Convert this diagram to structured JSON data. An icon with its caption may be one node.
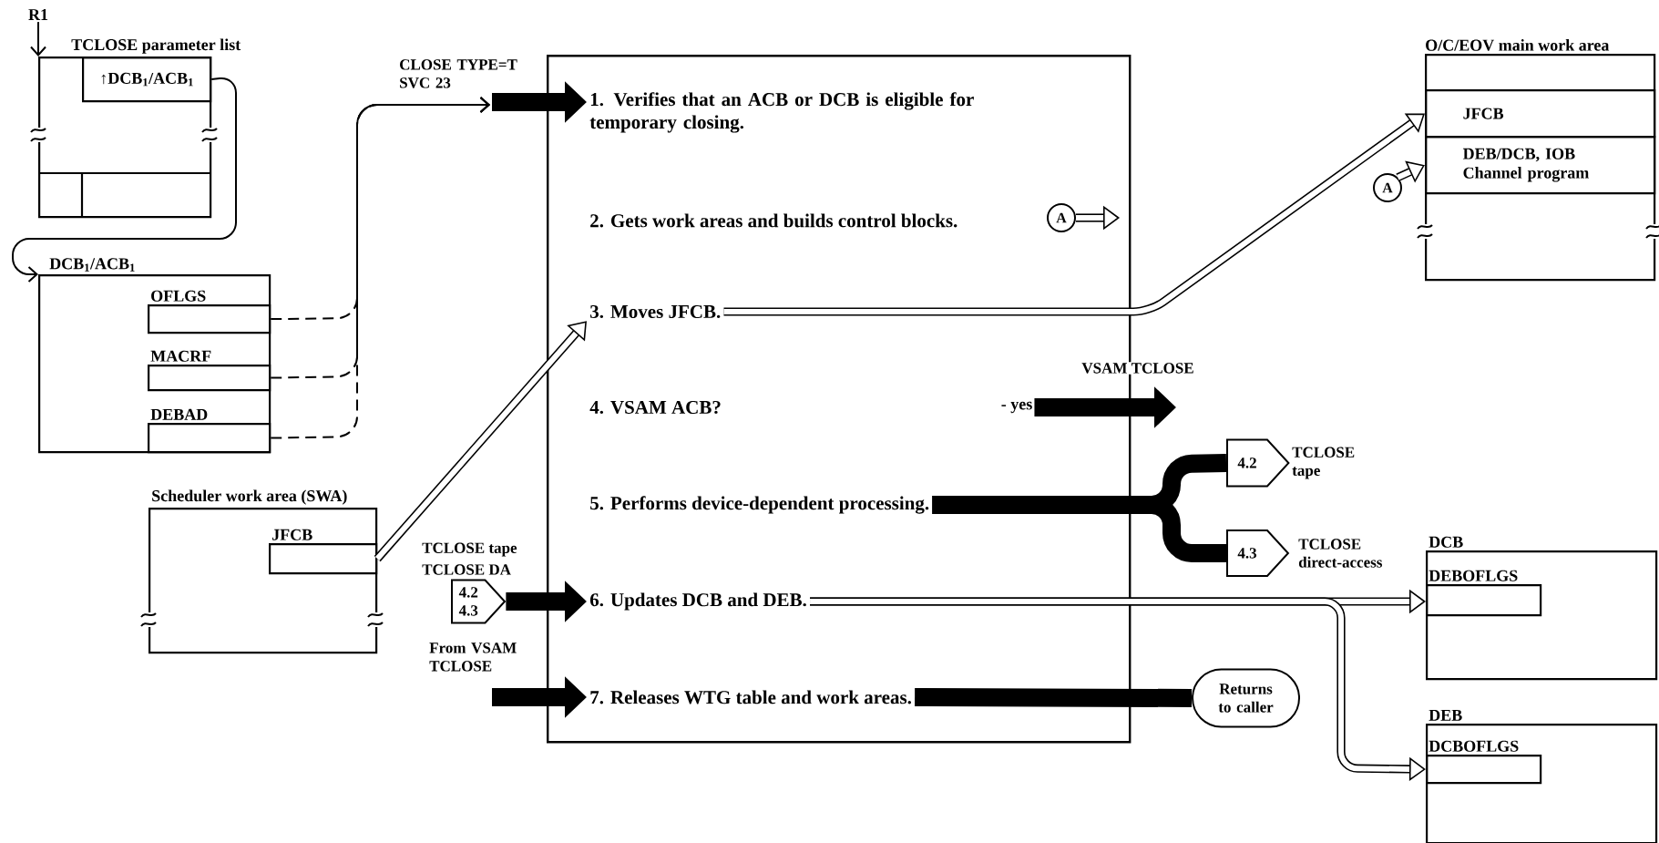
{
  "diagram": {
    "nodes": [
      {
        "text": [
          "R1"
        ]
      },
      {
        "text": [
          "TCLOSE parameter list"
        ]
      },
      {
        "text": [
          "↑DCB$_{1}$/ACB$_{1}$"
        ],
        "in": 1
      },
      {
        "text": [
          "DCB$_{1}$/ACB$_{1}$"
        ]
      },
      {
        "text": [
          "OFLGS"
        ],
        "in": 3
      },
      {
        "text": [
          "MACRF"
        ],
        "in": 3
      },
      {
        "text": [
          "DEBAD"
        ],
        "in": 3
      },
      {
        "text": [
          "Scheduler work area (SWA)"
        ]
      },
      {
        "text": [
          "JFCB"
        ],
        "in": 7
      },
      {
        "text": [
          "4.2 4.3"
        ],
        "beside": [
          "TCLOSE tape",
          "TCLOSE DA"
        ]
      },
      {
        "text": [],
        "shape": "box"
      },
      {
        "text": [
          "1. Verifies that an ACB or DCB is eligible for temporary closing."
        ],
        "in": 10
      },
      {
        "text": [
          "2. Gets work areas and builds control blocks."
        ],
        "in": 10
      },
      {
        "text": [
          "3. Moves JFCB."
        ],
        "in": 10
      },
      {
        "text": [
          "4. VSAM ACB?"
        ],
        "in": 10
      },
      {
        "text": [
          "5. Performs device-dependent processing."
        ],
        "in": 10
      },
      {
        "text": [
          "6. Updates DCB and DEB."
        ],
        "in": 10
      },
      {
        "text": [
          "7. Releases WTG table and work areas."
        ],
        "in": 10
      },
      {
        "text": [
          "A"
        ],
        "in": 10
      },
      {
        "text": [
          "4.2"
        ],
        "beside": [
          "TCLOSE tape"
        ]
      },
      {
        "text": [
          "4.3"
        ],
        "beside": [
          "TCLOSE direct-access"
        ]
      },
      {
        "text": [
          "Returns to caller"
        ]
      },
      {
        "text": [
          "O/C/EOV main work area"
        ]
      },
      {
        "text": [
          "JFCB"
        ],
        "in": 22
      },
      {
        "text": [
          "DEB/DCB, IOB Channel program"
        ],
        "in": 22
      },
      {
        "text": [
          "A"
        ]
      },
      {
        "text": [
          "DCB"
        ]
      },
      {
        "text": [
          "DEBOFLGS"
        ],
        "in": 26
      },
      {
        "text": [
          "DEB"
        ]
      },
      {
        "text": [
          "DCBOFLGS"
        ],
        "in": 28
      },
      {
        "text": [
          "- yes"
        ],
        "in": 10
      }
    ],
    "edges": [
      {
        "from": 0,
        "to": 1,
        "arrow": "to"
      },
      {
        "from": 2,
        "to": 3,
        "arrow": "to"
      },
      {
        "from": 4,
        "to": null,
        "arrow": "to",
        "style": "dashed"
      },
      {
        "from": 5,
        "to": null,
        "arrow": "to",
        "style": "dashed"
      },
      {
        "from": 6,
        "to": null,
        "arrow": "to",
        "style": "dashed"
      },
      {
        "from": null,
        "to": 11,
        "arrow": "to",
        "style": "thick",
        "label": "CLOSE TYPE=T SVC 23"
      },
      {
        "from": 8,
        "to": 13,
        "arrow": "to"
      },
      {
        "from": 13,
        "to": 23,
        "arrow": "to"
      },
      {
        "from": 18,
        "to": null,
        "arrow": "to"
      },
      {
        "from": 25,
        "to": 24,
        "arrow": "to"
      },
      {
        "from": 30,
        "to": null,
        "arrow": "to",
        "style": "thick",
        "label": "VSAM TCLOSE"
      },
      {
        "from": 15,
        "to": 19,
        "arrow": "none",
        "style": "thick"
      },
      {
        "from": 15,
        "to": 20,
        "arrow": "none",
        "style": "thick"
      },
      {
        "from": 9,
        "to": 16,
        "arrow": "to",
        "style": "thick"
      },
      {
        "from": 16,
        "to": 27,
        "arrow": "to"
      },
      {
        "from": 16,
        "to": 29,
        "arrow": "to"
      },
      {
        "from": null,
        "to": 17,
        "arrow": "to",
        "style": "thick",
        "label": "From VSAM TCLOSE"
      },
      {
        "from": 17,
        "to": 21,
        "arrow": "none",
        "style": "thick"
      }
    ]
  }
}
